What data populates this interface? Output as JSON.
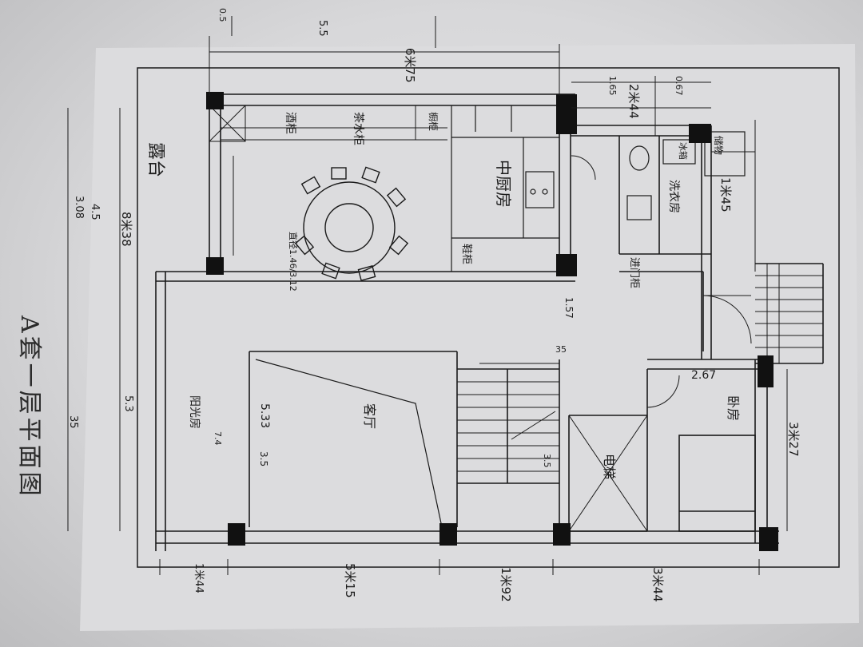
{
  "title": "A套一层平面图",
  "rooms": {
    "garden": "露台",
    "balcony": "阳光房",
    "kitchen": "中厨房",
    "dining": "餐厅",
    "living": "客厅",
    "bedroom": "卧房",
    "elevator": "电梯",
    "stairs": "楼梯",
    "bath": "洗衣房",
    "storage": "储物",
    "closet": "进门柜",
    "shoe": "鞋柜",
    "cabinet": "橱柜",
    "fridge": "冰箱",
    "wine": "酒柜",
    "tea": "茶水柜",
    "toilet": "马桶"
  },
  "dimensions": {
    "top_width": "6米75",
    "bottom_left": "1米44",
    "bottom_mid": "5米15",
    "bottom_mid2": "1米92",
    "bottom_right": "3米44",
    "left_total": "8米38",
    "left_a": "4.5",
    "left_b": "3.08",
    "left_c": "5.3",
    "left_total2": "35",
    "right_top": "2米44",
    "right_mid": "1米45",
    "right_bottom": "3米27",
    "top_small": "0.5",
    "top_small2": "5.5",
    "r_small1": "1.65",
    "r_small2": "0.67",
    "stair_dim": "35",
    "door": "2.67",
    "inner1": "5.33",
    "inner2": "3.5",
    "inner3": "7.4",
    "mid1": "1.57",
    "dining_note": "直径1.46/3.12",
    "m35": "3.5"
  }
}
